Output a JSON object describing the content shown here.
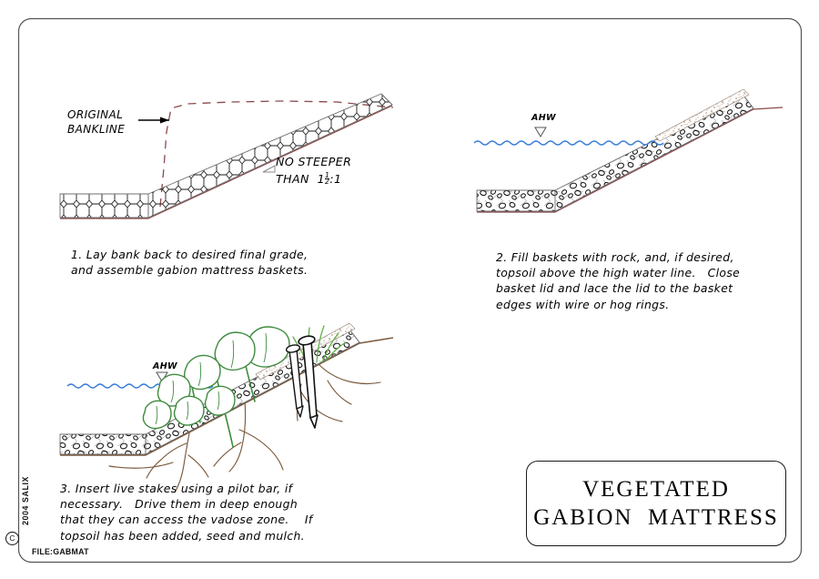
{
  "sheet": {
    "border_color": "#555555",
    "background": "#ffffff"
  },
  "palette": {
    "ground_line": "#8B4A4A",
    "bankline_dashed": "#8B4A4A",
    "water_blue": "#3B7DD8",
    "mesh_gray": "#7A7A7A",
    "rock_outline": "#1a1a1a",
    "vegetation_green": "#3E8B3E",
    "root_brown": "#7B5A3C",
    "stake_black": "#111111",
    "ink": "#000000"
  },
  "panels": [
    {
      "id": "panel-1",
      "number": "1",
      "caption_lines": [
        "1. Lay bank back to desired final grade,",
        "and assemble gabion mattress baskets."
      ],
      "annotations": {
        "bankline_label_lines": [
          "ORIGINAL",
          "BANKLINE"
        ],
        "slope_label_line1": "NO STEEPER",
        "slope_label_line2_prefix": "THAN  1",
        "slope_fraction_num": "1",
        "slope_fraction_den": "2",
        "slope_label_line2_suffix": ":1"
      },
      "fill_style": "empty hexagonal wire mesh baskets"
    },
    {
      "id": "panel-2",
      "number": "2",
      "caption_lines": [
        "2. Fill baskets with rock, and, if desired,",
        "topsoil above the high water line.   Close",
        "basket lid and lace the lid to the basket",
        "edges with wire or hog rings."
      ],
      "annotations": {
        "water_label": "AHW"
      },
      "fill_style": "rock filled baskets"
    },
    {
      "id": "panel-3",
      "number": "3",
      "caption_lines": [
        "3. Insert live stakes using a pilot bar, if",
        "necessary.   Drive them in deep enough",
        "that they can access the vadose zone.    If",
        "topsoil has been added, seed and mulch."
      ],
      "annotations": {
        "water_label": "AHW"
      },
      "fill_style": "rock filled baskets with live stakes, vegetation and roots"
    }
  ],
  "title_block": {
    "line1": "VEGETATED",
    "line2": "GABION  MATTRESS"
  },
  "footer": {
    "file_label": "FILE:GABMAT",
    "copyright_text": "2004  SALIX",
    "copyright_symbol": "C"
  }
}
